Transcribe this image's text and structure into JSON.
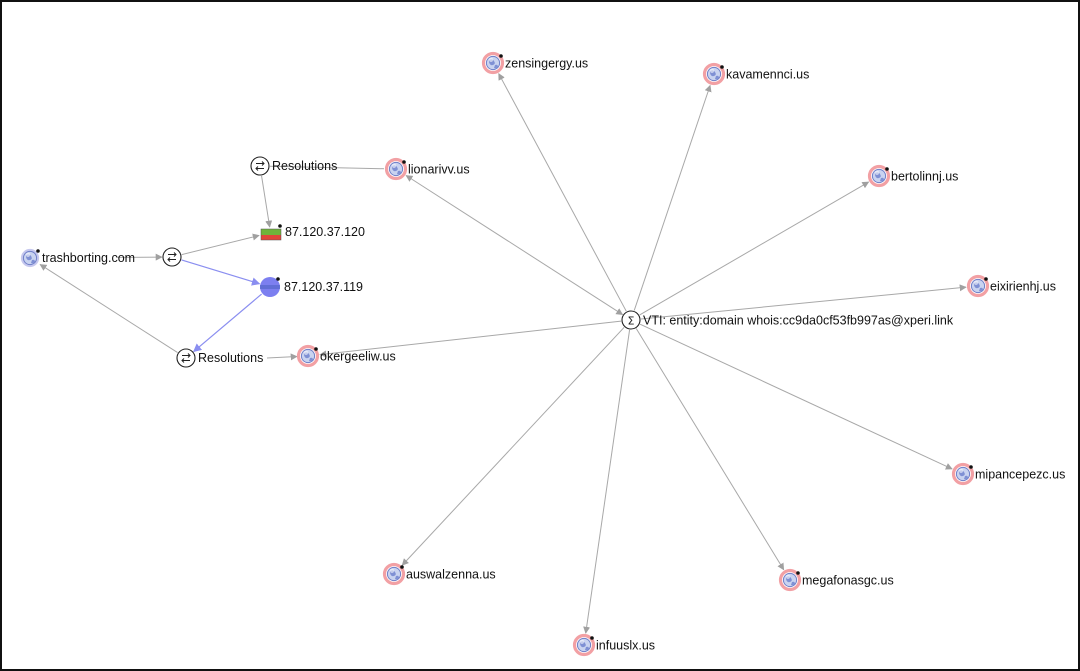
{
  "colors": {
    "edge": "#a8a8a8",
    "edge_highlight": "#8a8ef0",
    "domain_ring": "#f2a0a4",
    "domain_ring_plain": "#c6c8ee",
    "globe_fill": "#c9d3f0",
    "globe_stroke": "#6f7fc8",
    "ip_purple": "#7c7ff0",
    "ip_green": "#6fb43a",
    "ip_red": "#e0453a"
  },
  "center_node": {
    "label": "VTI: entity:domain whois:cc9da0cf53fb997as@xperi.link",
    "icon": "sigma-icon"
  },
  "resolutions_top": {
    "label": "Resolutions",
    "icon": "swap-arrows-icon"
  },
  "resolutions_bottom": {
    "label": "Resolutions",
    "icon": "swap-arrows-icon"
  },
  "relation_node": {
    "label": "",
    "icon": "swap-arrows-icon"
  },
  "root_domain": {
    "label": "trashborting.com",
    "icon": "globe-icon"
  },
  "ips": [
    {
      "label": "87.120.37.120",
      "icon": "ip-flag-icon"
    },
    {
      "label": "87.120.37.119",
      "icon": "ip-globe-icon"
    }
  ],
  "domains": [
    {
      "label": "zensingergy.us"
    },
    {
      "label": "kavamennci.us"
    },
    {
      "label": "bertolinnj.us"
    },
    {
      "label": "eixirienhj.us"
    },
    {
      "label": "mipancepezc.us"
    },
    {
      "label": "megafonasgc.us"
    },
    {
      "label": "infuuslx.us"
    },
    {
      "label": "auswalzenna.us"
    },
    {
      "label": "okergeeliw.us"
    },
    {
      "label": "lionarivv.us"
    }
  ]
}
